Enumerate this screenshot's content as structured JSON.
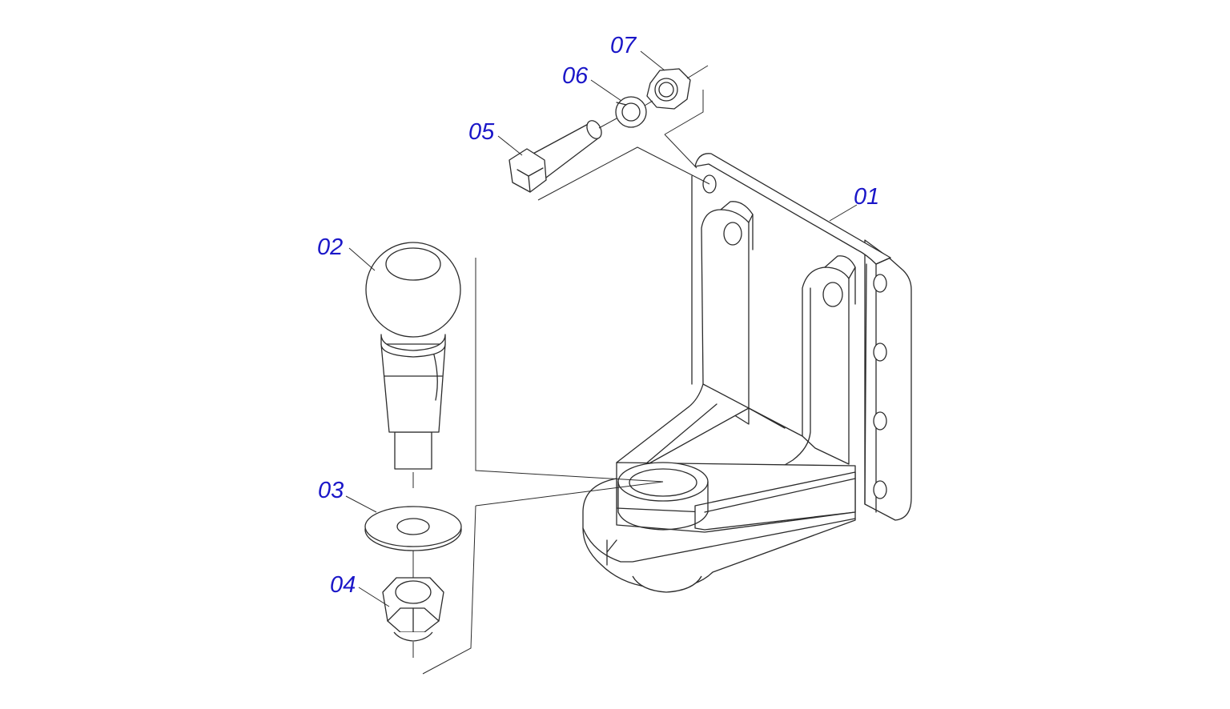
{
  "label_color": "#1a16c8",
  "line_color": "#2b2b2b",
  "callouts": {
    "c01": "01",
    "c02": "02",
    "c03": "03",
    "c04": "04",
    "c05": "05",
    "c06": "06",
    "c07": "07"
  }
}
